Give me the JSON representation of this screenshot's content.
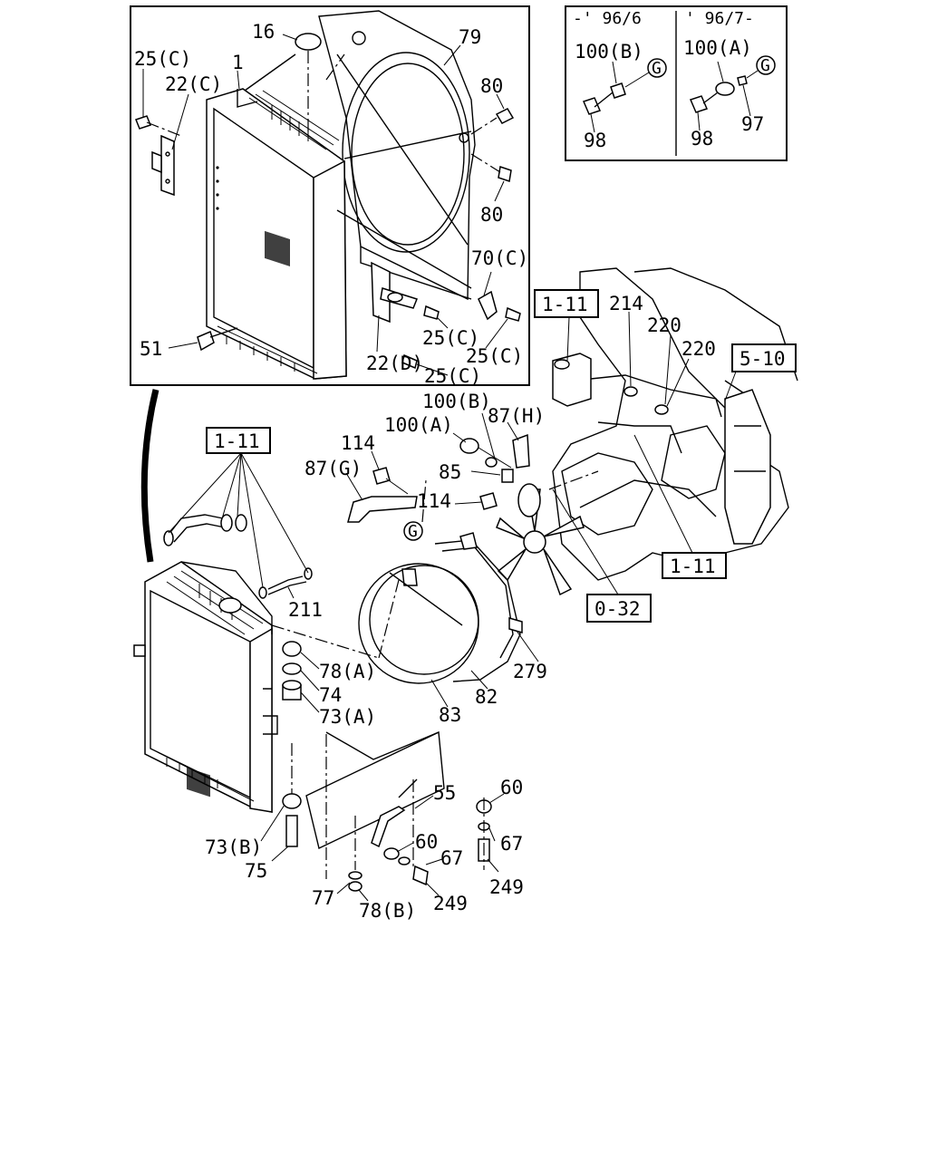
{
  "diagram": {
    "inset_variants": [
      {
        "range": "-' 96/6",
        "parts": [
          "100(B)",
          "98"
        ],
        "marker": "G"
      },
      {
        "range": "' 96/7-",
        "parts": [
          "100(A)",
          "98",
          "97"
        ],
        "marker": "G"
      }
    ],
    "ref_boxes": [
      "1-11",
      "5-10",
      "1-11",
      "1-11",
      "0-32"
    ],
    "markers": [
      "G"
    ],
    "labels": {
      "l16": "16",
      "l79": "79",
      "l25c_a": "25(C)",
      "l1": "1",
      "l22c": "22(C)",
      "l80_a": "80",
      "l80_b": "80",
      "l70c": "70(C)",
      "l25c_b": "25(C)",
      "l25c_c": "25(C)",
      "l25c_d": "25(C)",
      "l22d": "22(D)",
      "l51": "51",
      "l214": "214",
      "l220_a": "220",
      "l220_b": "220",
      "l100b": "100(B)",
      "l87h": "87(H)",
      "l100a": "100(A)",
      "l114_a": "114",
      "l85": "85",
      "l87g": "87(G)",
      "l114_b": "114",
      "l211": "211",
      "l78a": "78(A)",
      "l74": "74",
      "l73a": "73(A)",
      "l279": "279",
      "l82": "82",
      "l83": "83",
      "l55": "55",
      "l60_a": "60",
      "l67_a": "67",
      "l60_b": "60",
      "l67_b": "67",
      "l73b": "73(B)",
      "l75": "75",
      "l249_a": "249",
      "l249_b": "249",
      "l77": "77",
      "l78b": "78(B)"
    }
  }
}
